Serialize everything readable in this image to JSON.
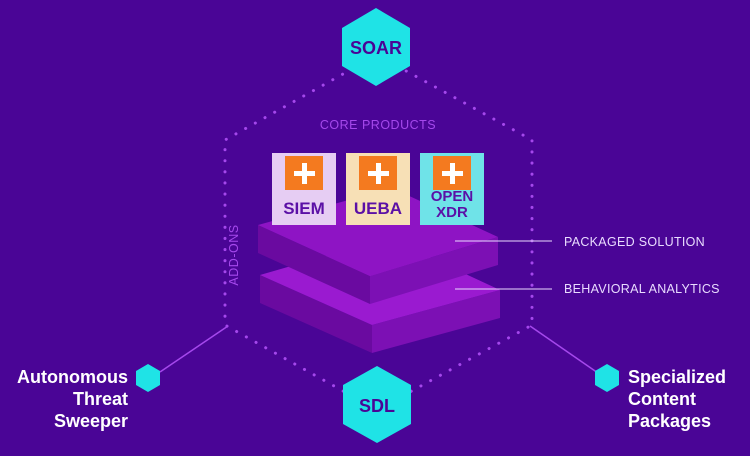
{
  "diagram": {
    "top_node": "SOAR",
    "bottom_node": "SDL",
    "core_products_title": "CORE PRODUCTS",
    "addons_title": "ADD-ONS",
    "core_products": [
      {
        "lines": [
          "SIEM"
        ]
      },
      {
        "lines": [
          "UEBA"
        ]
      },
      {
        "lines": [
          "OPEN",
          "XDR"
        ]
      }
    ],
    "layers": [
      "PACKAGED  SOLUTION",
      "BEHAVIORAL ANALYTICS"
    ],
    "addon_left": [
      "Autonomous",
      "Threat",
      "Sweeper"
    ],
    "addon_right": [
      "Specialized",
      "Content",
      "Packages"
    ],
    "colors": {
      "background": "#4a0596",
      "hexagon": "#1fe3e6",
      "dotted_outline": "#a548ec",
      "platform": "#8e14c4",
      "plus_badge": "#f47a1f",
      "siem_card": "#e6cdf3",
      "ueba_card": "#f7e0b6",
      "xdr_card": "#6fe3e8"
    }
  }
}
